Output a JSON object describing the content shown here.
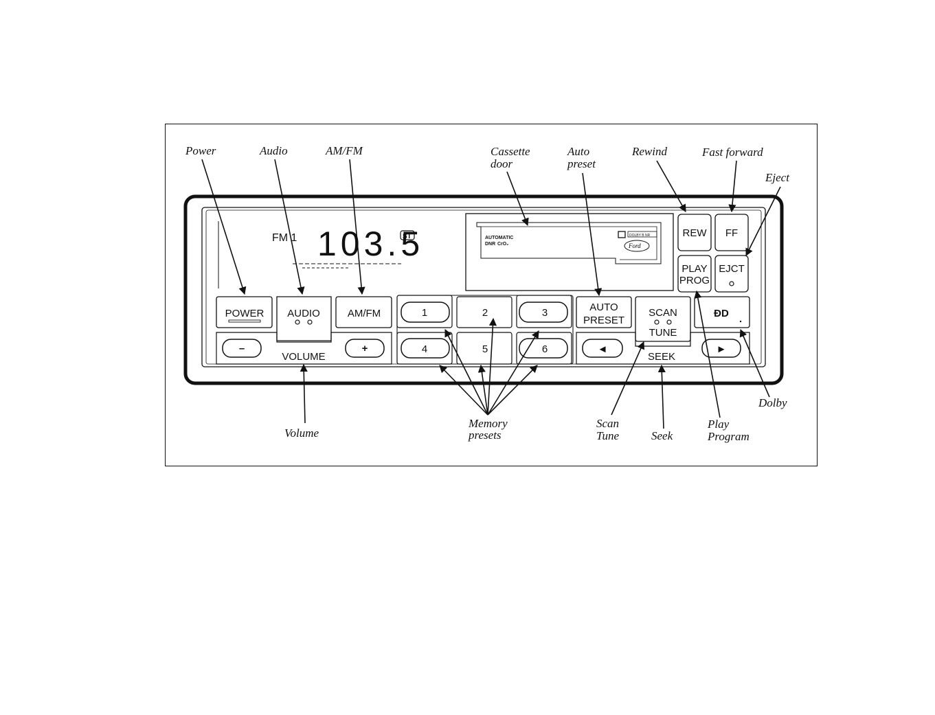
{
  "callouts": {
    "power": "Power",
    "audio": "Audio",
    "amfm": "AM/FM",
    "cassette_door_1": "Cassette",
    "cassette_door_2": "door",
    "auto_preset_1": "Auto",
    "auto_preset_2": "preset",
    "rewind": "Rewind",
    "fast_forward": "Fast forward",
    "eject": "Eject",
    "dolby": "Dolby",
    "volume": "Volume",
    "memory_presets_1": "Memory",
    "memory_presets_2": "presets",
    "scan_tune_1": "Scan",
    "scan_tune_2": "Tune",
    "seek": "Seek",
    "play_program_1": "Play",
    "play_program_2": "Program"
  },
  "display": {
    "band": "FM 1",
    "frequency": "103.5",
    "stereo": "ST"
  },
  "cassette": {
    "automatic": "AUTOMATIC",
    "dnr": "DNR",
    "cro2": "CrO₂",
    "brand": "Ford",
    "dolby_badge": "DOLBY B NR"
  },
  "buttons": {
    "power": "POWER",
    "audio": "AUDIO",
    "amfm": "AM/FM",
    "preset_1": "1",
    "preset_2": "2",
    "preset_3": "3",
    "preset_4": "4",
    "preset_5": "5",
    "preset_6": "6",
    "auto_1": "AUTO",
    "auto_2": "PRESET",
    "scan_1": "SCAN",
    "scan_2": "TUNE",
    "rew": "REW",
    "ff": "FF",
    "play_1": "PLAY",
    "play_2": "PROG",
    "ejct": "EJCT",
    "dolby": "ÐD",
    "vol_minus": "–",
    "vol_plus": "+",
    "volume": "VOLUME",
    "seek_left": "◄",
    "seek_right": "►",
    "seek": "SEEK"
  }
}
